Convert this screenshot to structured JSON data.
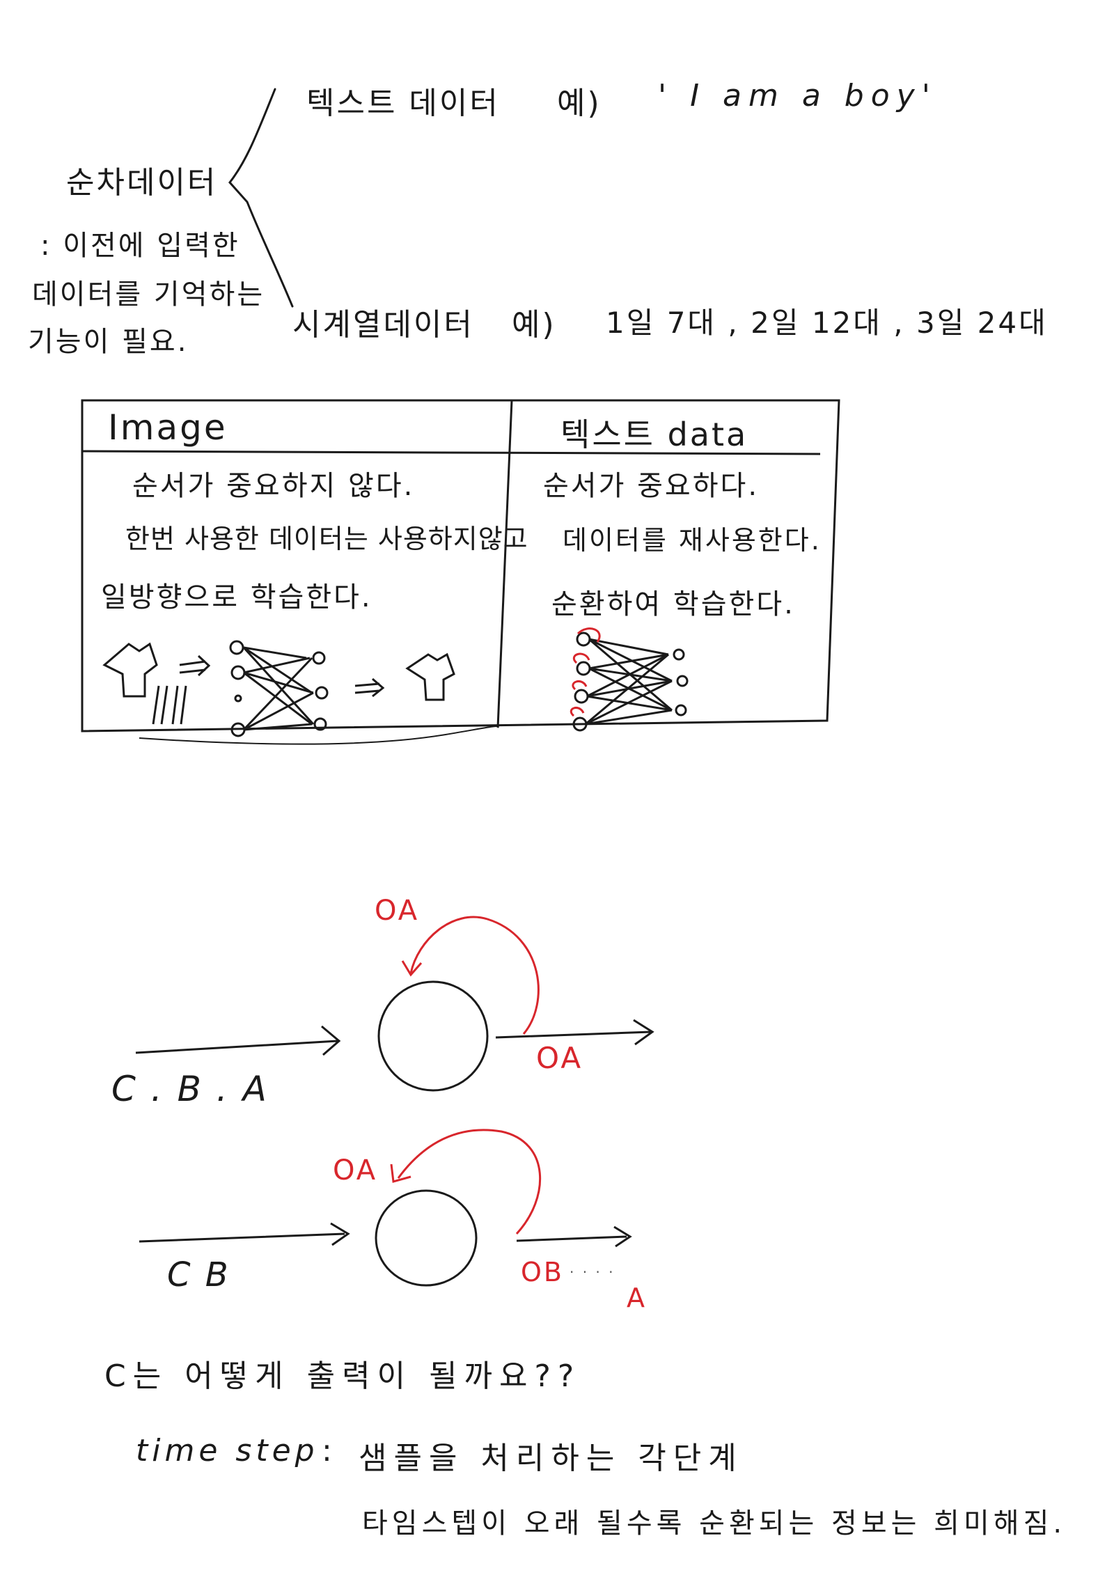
{
  "colors": {
    "ink": "#1a1a1a",
    "accent_red": "#d8262c"
  },
  "section1": {
    "topic": "순차데이터",
    "desc_line1": ": 이전에 입력한",
    "desc_line2": "데이터를 기억하는",
    "desc_line3": "기능이 필요.",
    "branch1_label": "텍스트 데이터",
    "branch1_example_prefix": "예)",
    "branch1_example": "' I am a boy'",
    "branch2_label": "시계열데이터",
    "branch2_example_prefix": "예)",
    "branch2_example": "1일 7대 , 2일 12대 , 3일 24대"
  },
  "table": {
    "col1_header": "Image",
    "col2_header": "텍스트 data",
    "col1_lines": [
      "순서가 중요하지 않다.",
      "한번 사용한 데이터는 사용하지않고",
      "일방향으로 학습한다."
    ],
    "col2_lines": [
      "순서가 중요하다.",
      "데이터를 재사용한다.",
      "순환하여 학습한다."
    ]
  },
  "diagram": {
    "input1": "C . B . A",
    "loop1_label": "OA",
    "output1_label": "OA",
    "input2": "C B",
    "loop2_label": "OA",
    "output2_label": "OB",
    "output2_dots": "· · · ·",
    "output2_extra": "A"
  },
  "notes": {
    "question": "C는 어떻게 출력이 될까요??",
    "timestep_term": "time step",
    "timestep_sep": ":",
    "timestep_def": "샘플을 처리하는 각단계",
    "timestep_note": "타임스텝이 오래 될수록 순환되는 정보는 희미해짐."
  }
}
